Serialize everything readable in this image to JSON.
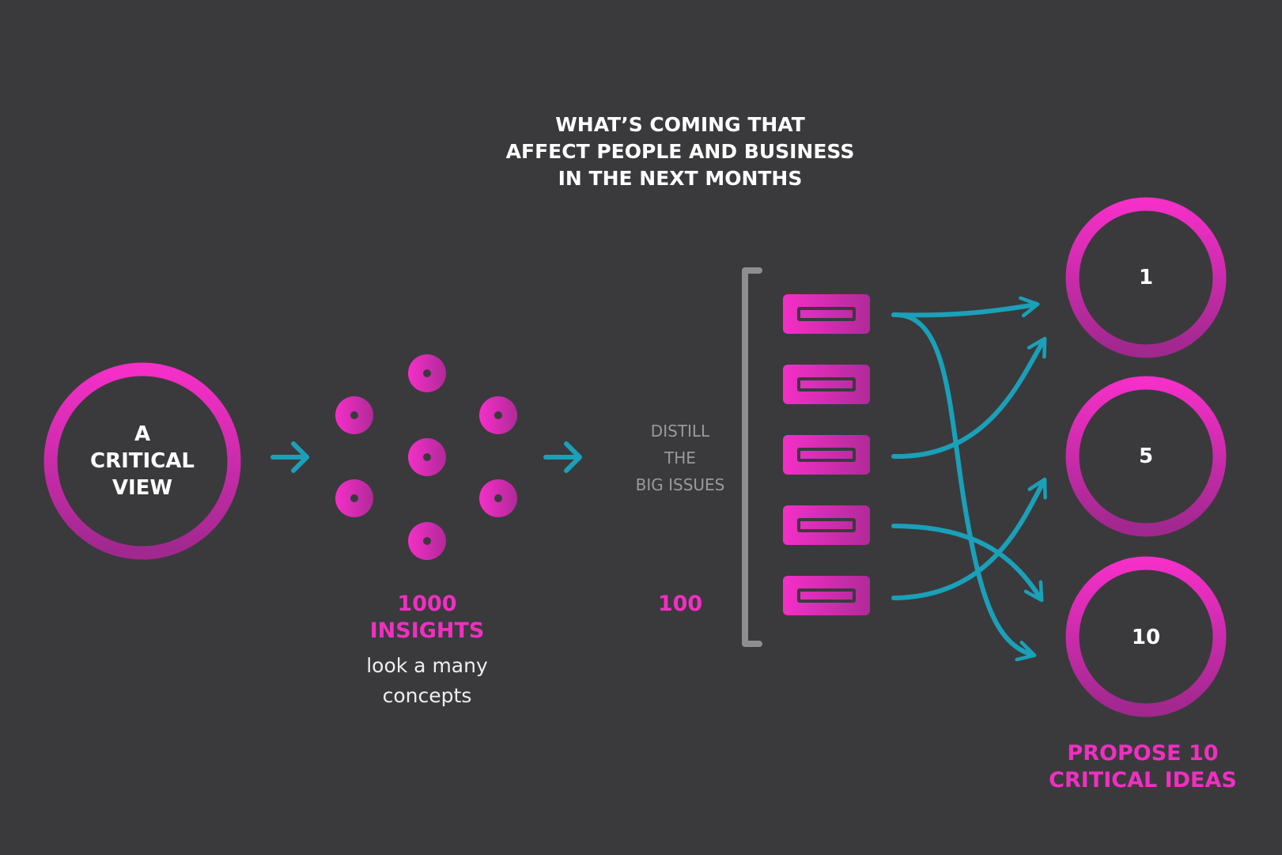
{
  "title": [
    "WHAT’S COMING THAT",
    "AFFECT PEOPLE AND BUSINESS",
    "IN THE NEXT MONTHS"
  ],
  "start_circle": [
    "A",
    "CRITICAL",
    "VIEW"
  ],
  "insights": {
    "count": "1000",
    "label": "INSIGHTS",
    "caption": [
      "look a many",
      "concepts"
    ]
  },
  "distill": {
    "label": [
      "DISTILL",
      "THE",
      "BIG ISSUES"
    ],
    "count": "100"
  },
  "ideas": {
    "circles": [
      "1",
      "5",
      "10"
    ],
    "label": [
      "PROPOSE 10",
      "CRITICAL IDEAS"
    ]
  },
  "colors": {
    "background": "#3a3a3c",
    "accent_pink": "#f02fc2",
    "accent_purple": "#a0288e",
    "arrow_teal": "#1aa0b8",
    "bracket_gray": "#8e8e90"
  }
}
